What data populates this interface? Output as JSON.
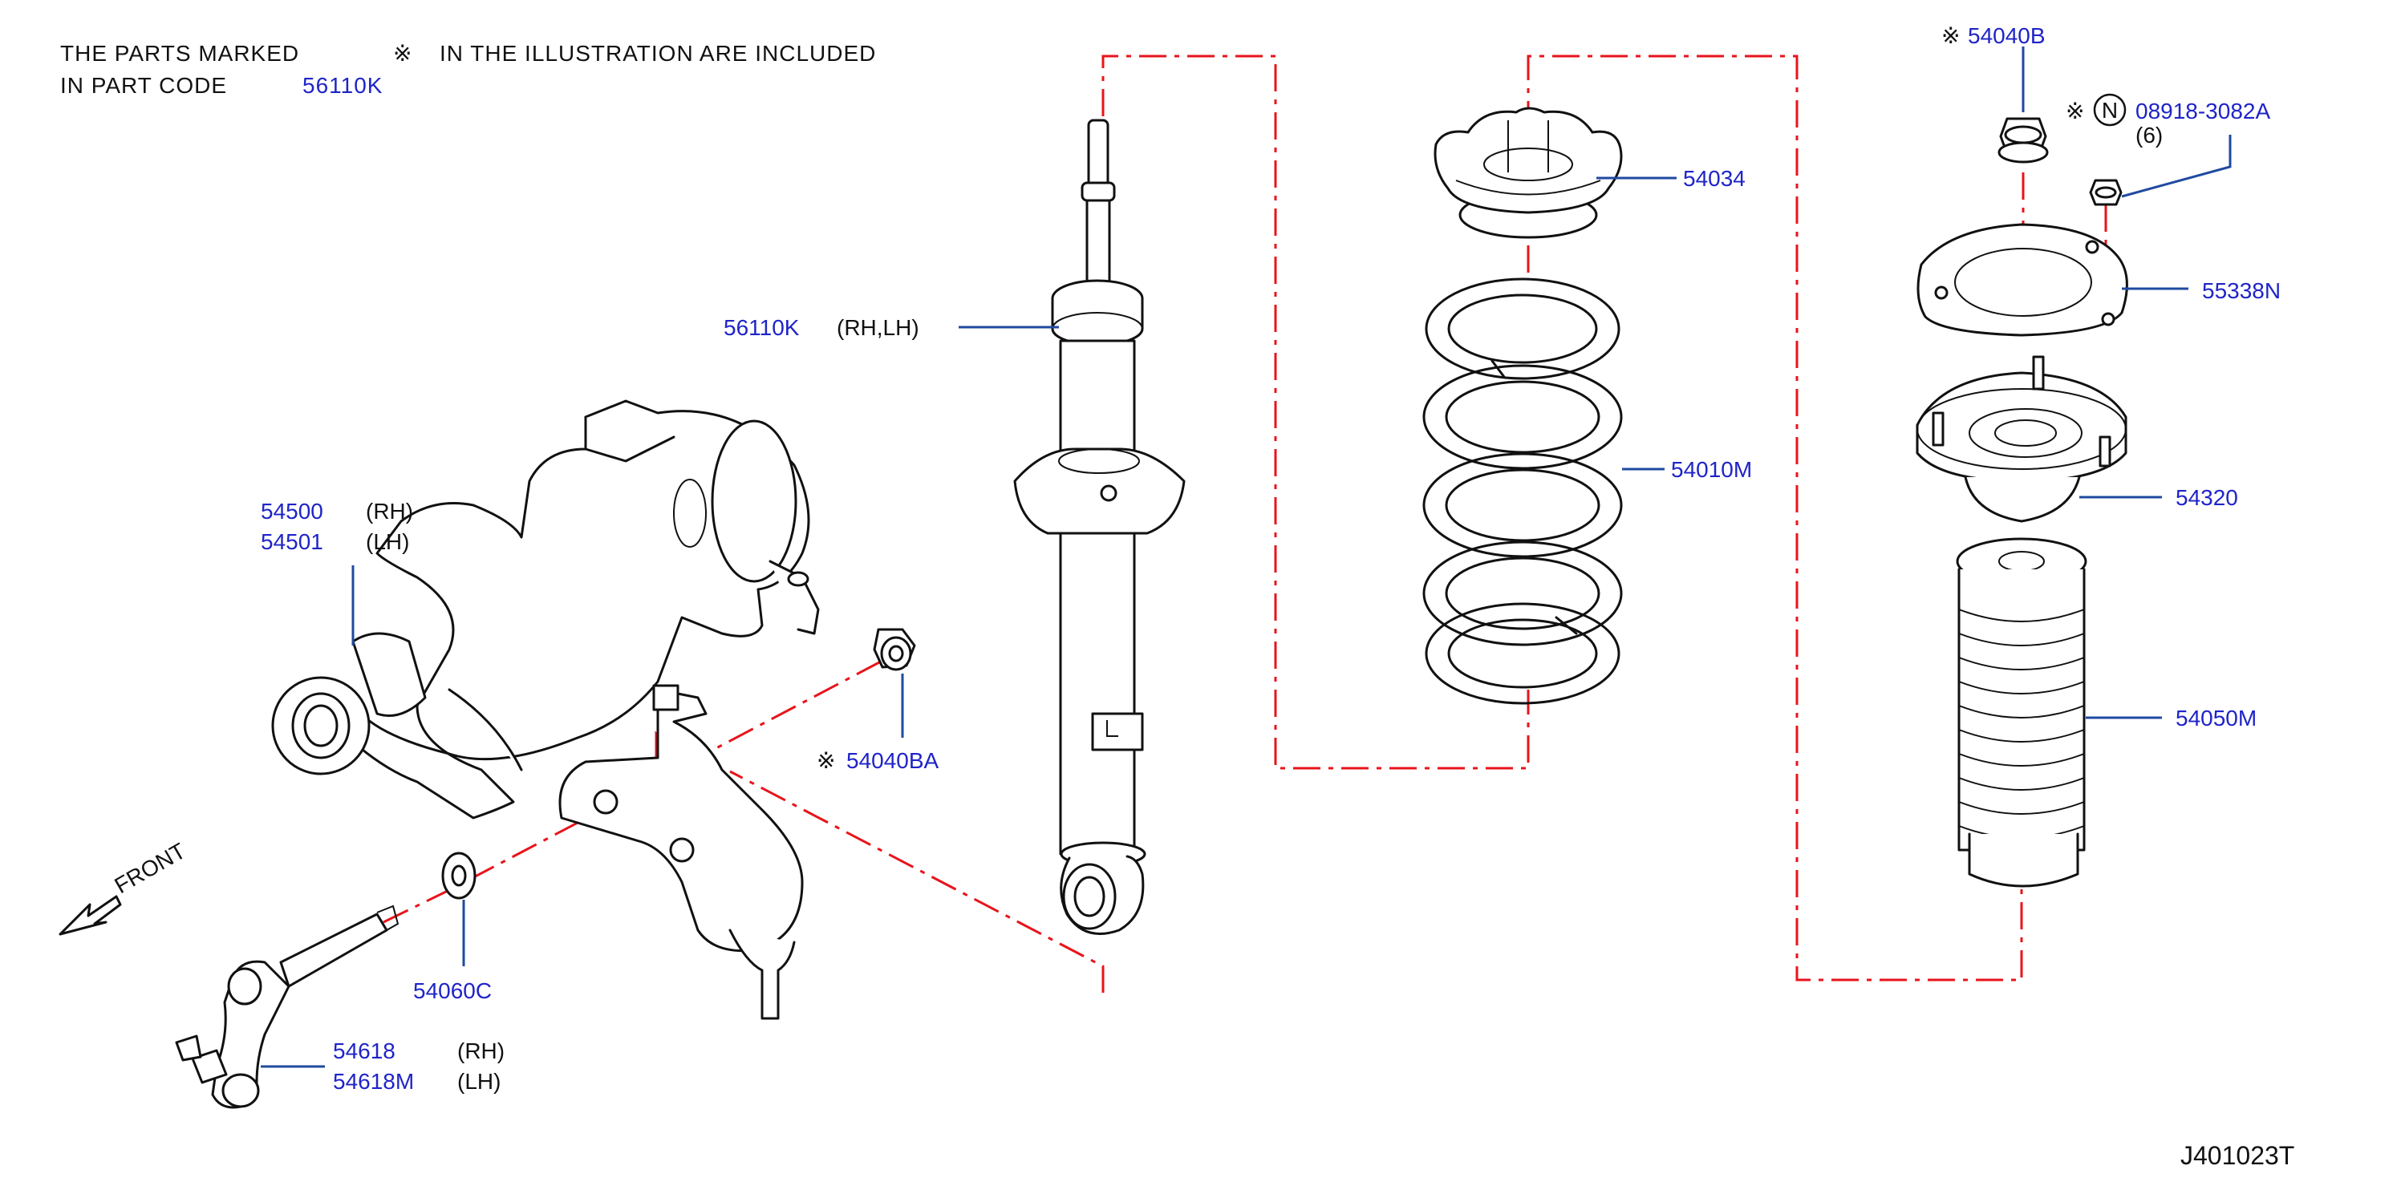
{
  "note": {
    "line1": "THE   PARTS   MARKED",
    "mark": "※",
    "line1b": "IN   THE   ILLUSTRATION   ARE   INCLUDED",
    "line2": "IN   PART   CODE",
    "code": "56110K"
  },
  "labels": {
    "p54040B": "54040B",
    "p08918": "08918-3082A",
    "p08918_qty": "(6)",
    "n_circle": "N",
    "mark": "※",
    "p54034": "54034",
    "p55338N": "55338N",
    "p56110K": "56110K",
    "p56110K_side": "(RH,LH)",
    "p54010M": "54010M",
    "p54320": "54320",
    "p54500": "54500",
    "p54500_side": "(RH)",
    "p54501": "54501",
    "p54501_side": "(LH)",
    "p54040BA": "54040BA",
    "p54050M": "54050M",
    "p54060C": "54060C",
    "p54618": "54618",
    "p54618_side": "(RH)",
    "p54618M": "54618M",
    "p54618M_side": "(LH)",
    "front": "FRONT",
    "diagram_id": "J401023T"
  },
  "colors": {
    "part_number": "#1f24c8",
    "leader": "#1f4aa0",
    "phantom_line": "#e8141b",
    "line_art": "#111111"
  }
}
